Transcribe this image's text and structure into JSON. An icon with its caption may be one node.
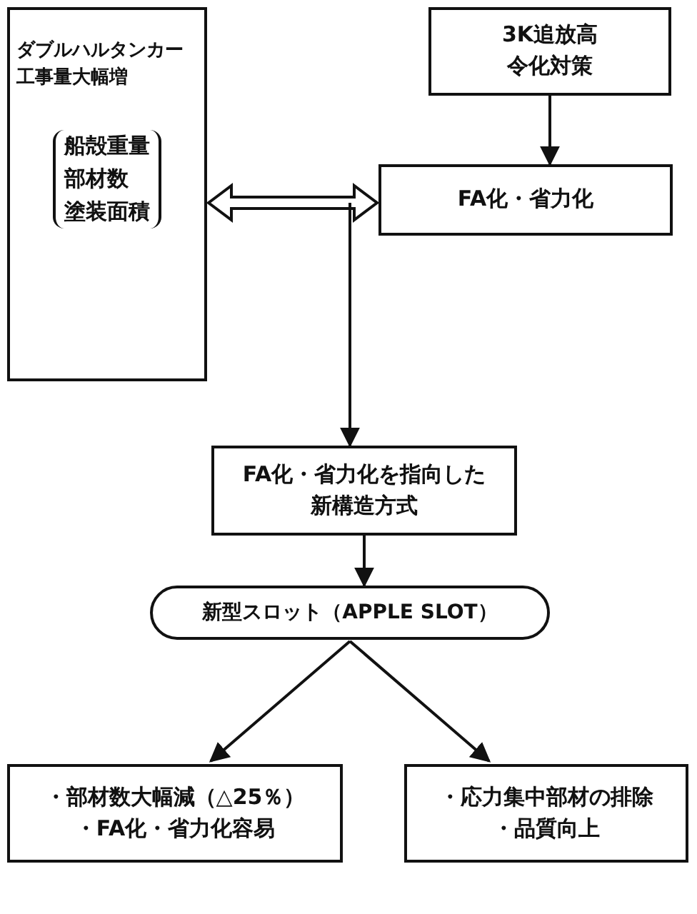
{
  "diagram": {
    "nodes": [
      {
        "text": [
          "ダブルハルタンカー工事量大幅増",
          "船殻重量",
          "部材数",
          "塗装面積"
        ]
      },
      {
        "text": [
          "3K追放高令化対策"
        ]
      },
      {
        "text": [
          "FA化・省力化"
        ]
      },
      {
        "text": [
          "FA化・省力化を指向した新構造方式"
        ]
      },
      {
        "text": [
          "新型スロット（APPLE SLOT）"
        ]
      },
      {
        "text": [
          "・部材数大幅減（△25％）",
          "・FA化・省力化容易"
        ]
      },
      {
        "text": [
          "・応力集中部材の排除",
          "・品質向上"
        ]
      }
    ],
    "edges": [
      {
        "from": 0,
        "to": 2,
        "arrow": "both",
        "style": "thick"
      },
      {
        "from": 1,
        "to": 2,
        "arrow": "to"
      },
      {
        "from": null,
        "to": 3,
        "arrow": "to"
      },
      {
        "from": 3,
        "to": 4,
        "arrow": "to"
      },
      {
        "from": 4,
        "to": 5,
        "arrow": "to"
      },
      {
        "from": 4,
        "to": 6,
        "arrow": "to"
      }
    ]
  }
}
